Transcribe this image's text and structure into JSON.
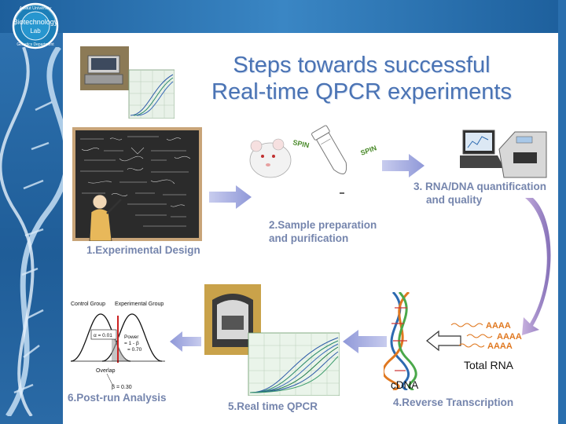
{
  "logo": {
    "text_line1": "Biotechnology",
    "text_line2": "Lab",
    "ring_text_top": "Assiut University",
    "ring_text_bottom": "Genetics Department"
  },
  "title": {
    "line1": "Steps towards successful",
    "line2": "Real-time QPCR experiments"
  },
  "steps": {
    "step1": "1.Experimental Design",
    "step2_line1": "2.Sample preparation",
    "step2_line2": "and purification",
    "step3_line1": "3. RNA/DNA quantification",
    "step3_line2": "and quality",
    "step4": "4.Reverse Transcription",
    "step5": "5.Real time QPCR",
    "step6": "6.Post-run Analysis"
  },
  "tube_labels": {
    "left": "SPIN",
    "right": "SPIN"
  },
  "rna": {
    "tail1": "AAAA",
    "tail2": "AAAA",
    "tail3": "AAAA",
    "total_rna": "Total RNA",
    "cdna": "cDNA"
  },
  "stats": {
    "control_group": "Control Group",
    "experimental_group": "Experimental Group",
    "alpha": "α = 0.01",
    "power_line1": "Power",
    "power_line2": "= 1 - β",
    "power_line3": "= 0.70",
    "overlap": "Overlap",
    "beta": "β = 0.30"
  },
  "colors": {
    "title": "#4a73b4",
    "step_label": "#7585ad",
    "arrow": "#9fa6dc",
    "poly_a": "#e07820",
    "background_blue": "#1a5c97"
  }
}
